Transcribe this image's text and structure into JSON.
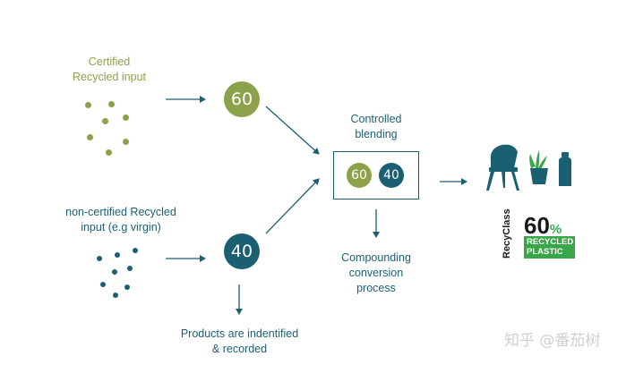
{
  "certified_input": {
    "label": "Certified\nRecycled input"
  },
  "noncertified_input": {
    "label": "non-certified Recycled\ninput (e.g virgin)"
  },
  "circle_certified": "60",
  "circle_noncertified": "40",
  "blending": {
    "label": "Controlled\nblending",
    "values": [
      "60",
      "40"
    ]
  },
  "compounding": {
    "label": "Compounding\nconversion\nprocess"
  },
  "products": {
    "label": "Products are indentified\n& recorded"
  },
  "badge": {
    "brand": "RecyClass",
    "percent": "60",
    "percent_sign": "%",
    "line1": "RECYCLED",
    "line2": "PLASTIC"
  },
  "watermark": "知乎 @番茄树",
  "icons": [
    "chair-icon",
    "plant-pot-icon",
    "bottle-icon"
  ],
  "colors": {
    "green": "#8ca24a",
    "teal": "#1b5f72",
    "badge_green": "#3aa64a"
  }
}
